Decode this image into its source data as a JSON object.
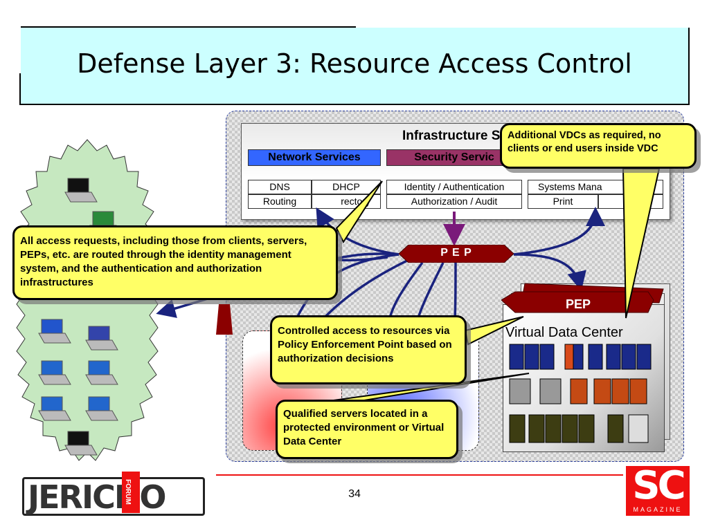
{
  "slide": {
    "title": "Defense Layer 3: Resource Access Control",
    "page_number": "34"
  },
  "infrastructure": {
    "title": "Infrastructure Se",
    "network_services": {
      "header": "Network Services",
      "color": "#3366ff",
      "cells": [
        "DNS",
        "DHCP",
        "Routing",
        "rectory"
      ]
    },
    "security_services": {
      "header": "Security Servic",
      "color": "#993366",
      "cells": [
        "Identity / Authentication",
        "Authorization / Audit"
      ]
    },
    "management_services": {
      "color": "#2d7a3c",
      "cells": [
        "Systems Mana",
        "Print"
      ]
    }
  },
  "pep_labels": {
    "central": "P E P",
    "vdc": "PEP"
  },
  "vdc": {
    "label": "Virtual Data Center"
  },
  "callouts": {
    "additional_vdcs": "Additional VDCs as required, no clients or end users inside VDC",
    "access_requests": "All access requests, including those from clients, servers, PEPs, etc. are routed through the identity management system, and the authentication and authorization infrastructures",
    "controlled_access": "Controlled access to resources via Policy Enforcement Point based on authorization decisions",
    "qualified_servers": "Qualified servers located in a protected environment or Virtual Data Center"
  },
  "logos": {
    "jericho": "JERICHO",
    "jericho_forum": "FORUM",
    "sc": "SC",
    "sc_sub": "MAGAZINE"
  },
  "colors": {
    "callout_fill": "#ffff66",
    "pep_fill": "#8b0000",
    "arrow": "#1a237e",
    "title_fill": "#ccffff",
    "sc_red": "#e11111"
  }
}
